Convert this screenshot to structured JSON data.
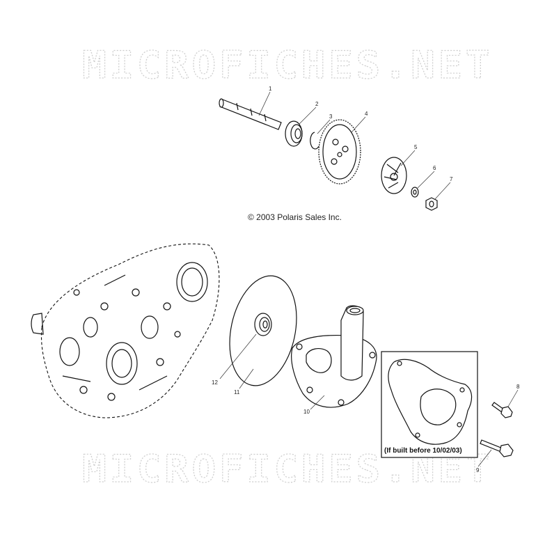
{
  "watermark": {
    "top": "MICROFICHES.NET",
    "bottom": "MICROFICHES.NET"
  },
  "copyright": "© 2003 Polaris Sales Inc.",
  "inset_note": "(If built before 10/02/03)",
  "callouts": [
    "1",
    "2",
    "3",
    "4",
    "5",
    "6",
    "7",
    "8",
    "9",
    "10",
    "11",
    "12"
  ]
}
